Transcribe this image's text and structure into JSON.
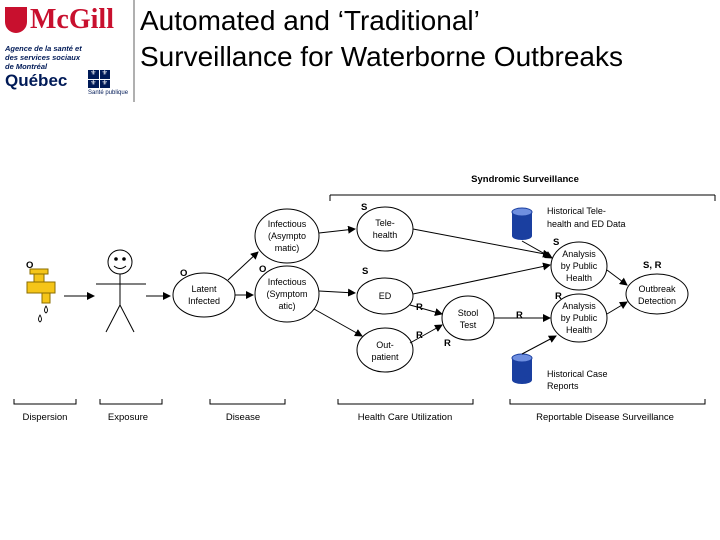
{
  "logo": {
    "mcgill": "McGill",
    "agence": "Agence de la santé et des services sociaux de Montréal",
    "quebec": "Québec",
    "sante": "Santé publique"
  },
  "title": {
    "line1": "Automated and ‘Traditional’",
    "line2": "Surveillance for Waterborne Outbreaks"
  },
  "diagram": {
    "syndromic": "Syndromic Surveillance",
    "infectious_asympt": [
      "Infectious",
      "(Asympto",
      "matic)"
    ],
    "infectious_sympt": [
      "Infectious",
      "(Symptom",
      "atic)"
    ],
    "latent": [
      "Latent",
      "Infected"
    ],
    "telehealth": [
      "Tele-",
      "health"
    ],
    "ed": "ED",
    "outpatient": [
      "Out-",
      "patient"
    ],
    "stool": [
      "Stool",
      "Test"
    ],
    "hist_tele": [
      "Historical Tele-",
      "health and ED Data"
    ],
    "analysis1": [
      "Analysis",
      "by Public",
      "Health"
    ],
    "analysis2": [
      "Analysis",
      "by Public",
      "Health"
    ],
    "outbreak": [
      "Outbreak",
      "Detection"
    ],
    "hist_case": [
      "Historical Case",
      "Reports"
    ],
    "letters": {
      "O": "O",
      "S": "S",
      "R": "R",
      "SR": "S, R"
    },
    "bottom": {
      "dispersion": "Dispersion",
      "exposure": "Exposure",
      "disease": "Disease",
      "hcu": "Health Care Utilization",
      "rds": "Reportable Disease Surveillance"
    }
  },
  "colors": {
    "mcgill_red": "#c8102e",
    "quebec_blue": "#001a57",
    "cylinder": "#1a3fa0",
    "faucet": "#f5c518"
  }
}
